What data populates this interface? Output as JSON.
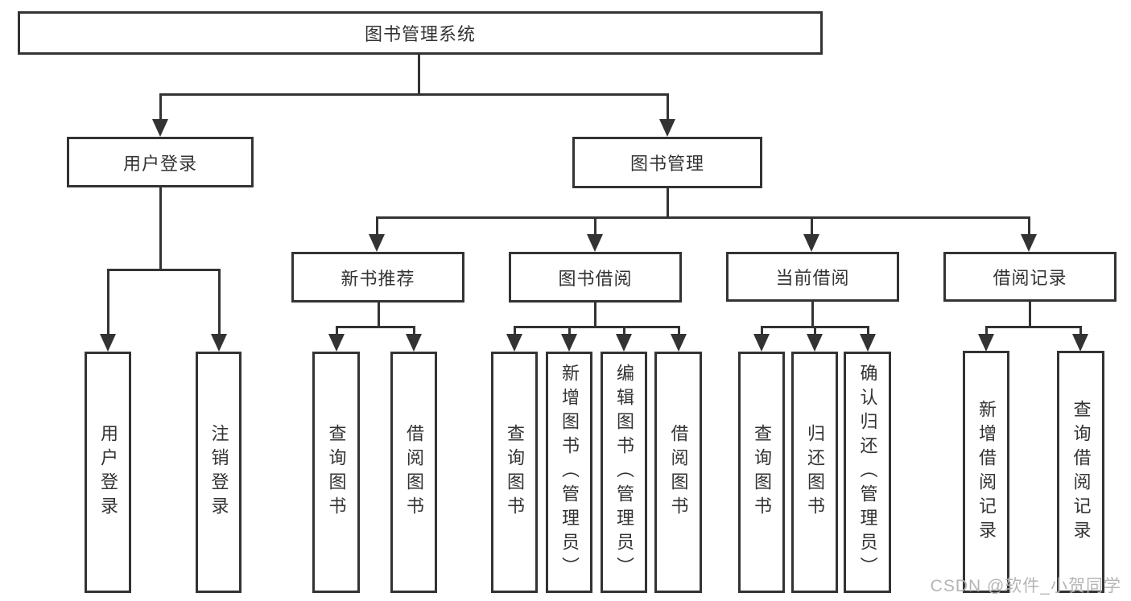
{
  "diagram": {
    "root": {
      "label": "图书管理系统"
    },
    "branches": [
      {
        "label": "用户登录",
        "children": [
          {
            "label": "用户登录"
          },
          {
            "label": "注销登录"
          }
        ]
      },
      {
        "label": "图书管理",
        "children": [
          {
            "label": "新书推荐",
            "children": [
              {
                "label": "查询图书"
              },
              {
                "label": "借阅图书"
              }
            ]
          },
          {
            "label": "图书借阅",
            "children": [
              {
                "label": "查询图书"
              },
              {
                "label": "新增图书（管理员）"
              },
              {
                "label": "编辑图书（管理员）"
              },
              {
                "label": "借阅图书"
              }
            ]
          },
          {
            "label": "当前借阅",
            "children": [
              {
                "label": "查询图书"
              },
              {
                "label": "归还图书"
              },
              {
                "label": "确认归还（管理员）"
              }
            ]
          },
          {
            "label": "借阅记录",
            "children": [
              {
                "label": "新增借阅记录"
              },
              {
                "label": "查询借阅记录"
              }
            ]
          }
        ]
      }
    ]
  },
  "watermark": {
    "text": "CSDN @软件_小贺同学"
  },
  "colors": {
    "line": "#333333",
    "box_border": "#333333",
    "text": "#333333",
    "watermark": "#b5b5b5",
    "background": "#ffffff"
  }
}
